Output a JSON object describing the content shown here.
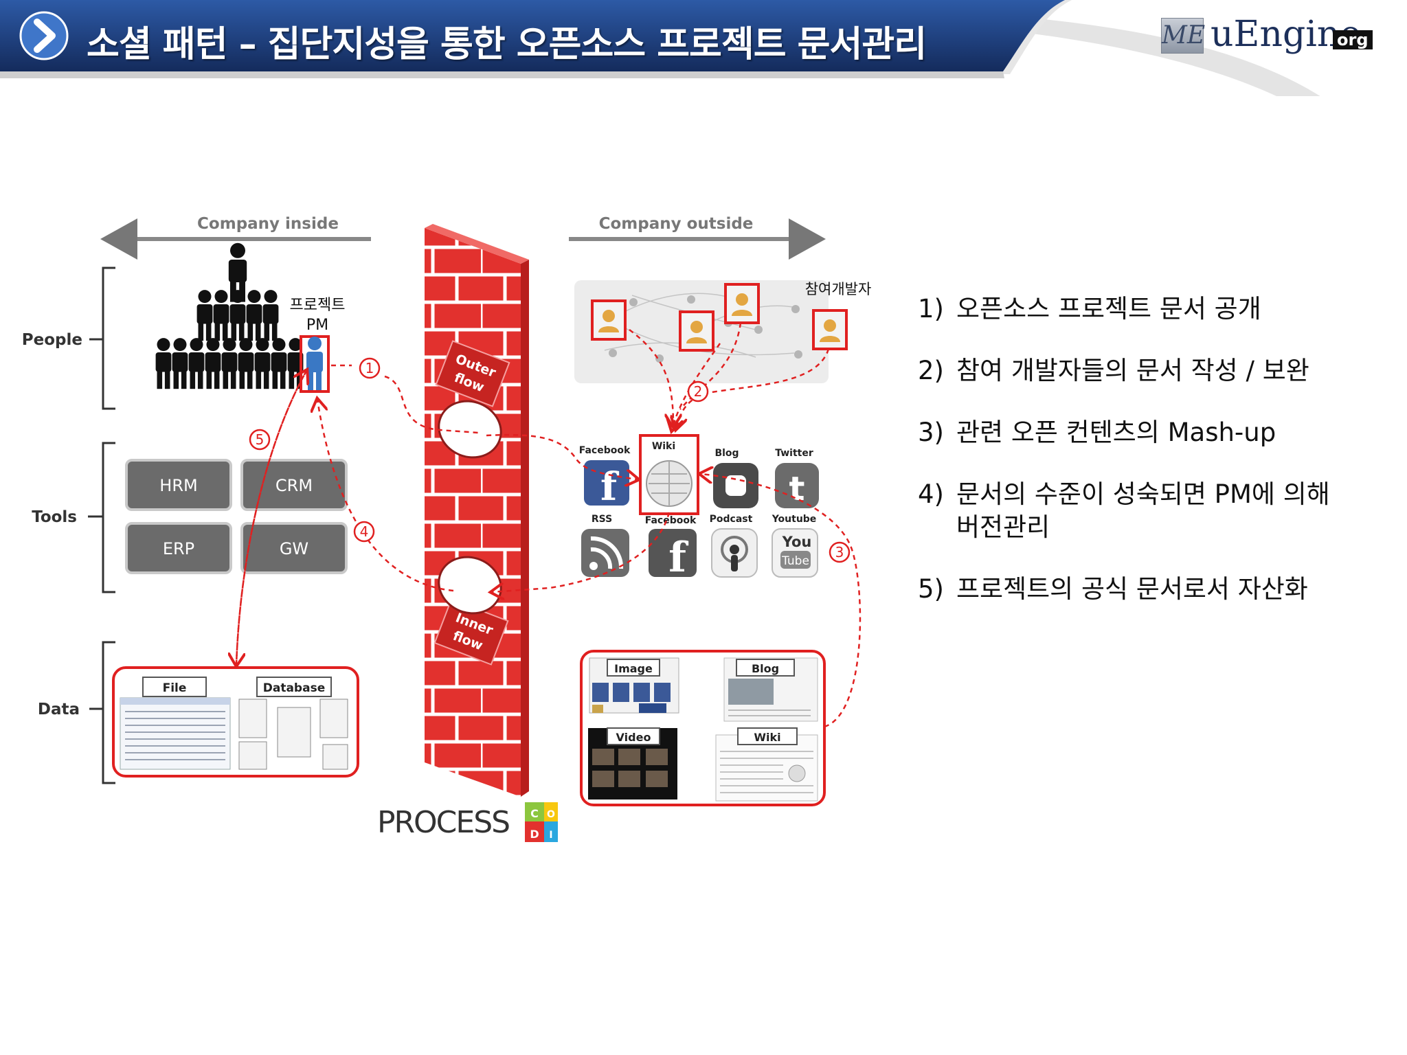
{
  "header": {
    "title": "소셜 패턴 – 집단지성을 통한 오픈소스 프로젝트 문서관리"
  },
  "logo": {
    "mark": "ME",
    "text": "uEngine",
    "badge": "org"
  },
  "diagram": {
    "company_inside": "Company inside",
    "company_outside": "Company outside",
    "rows": {
      "people": "People",
      "tools": "Tools",
      "data": "Data"
    },
    "pm_label_line1": "프로젝트",
    "pm_label_line2": "PM",
    "contributors_label": "참여개발자",
    "tools": [
      "HRM",
      "CRM",
      "ERP",
      "GW"
    ],
    "data_tabs": {
      "file": "File",
      "database": "Database"
    },
    "wall": {
      "outer_line1": "Outer",
      "outer_line2": "flow",
      "inner_line1": "Inner",
      "inner_line2": "flow"
    },
    "social": {
      "facebook": "Facebook",
      "wiki": "Wiki",
      "blog": "Blog",
      "twitter": "Twitter",
      "rss": "RSS",
      "facebook2": "Facebook",
      "podcast": "Podcast",
      "youtube": "Youtube",
      "you": "You",
      "tube": "Tube"
    },
    "content_tabs": {
      "image": "Image",
      "blog": "Blog",
      "video": "Video",
      "wiki": "Wiki"
    },
    "steps": [
      "1",
      "2",
      "3",
      "4",
      "5"
    ],
    "process_label": "PROCESS",
    "codi_letters": [
      "C",
      "O",
      "D",
      "I"
    ]
  },
  "steps_list": [
    {
      "num": "1)",
      "text": "오픈소스 프로젝트 문서 공개"
    },
    {
      "num": "2)",
      "text": "참여 개발자들의 문서 작성 / 보완"
    },
    {
      "num": "3)",
      "text": "관련 오픈 컨텐츠의 Mash-up"
    },
    {
      "num": "4)",
      "text": "문서의 수준이 성숙되면 PM에 의해 버전관리"
    },
    {
      "num": "5)",
      "text": "프로젝트의 공식 문서로서 자산화"
    }
  ],
  "colors": {
    "header_blue": "#1f3f7e",
    "highlight_red": "#e02020",
    "wall_red": "#e2312e",
    "tool_gray": "#6b6b6b"
  }
}
